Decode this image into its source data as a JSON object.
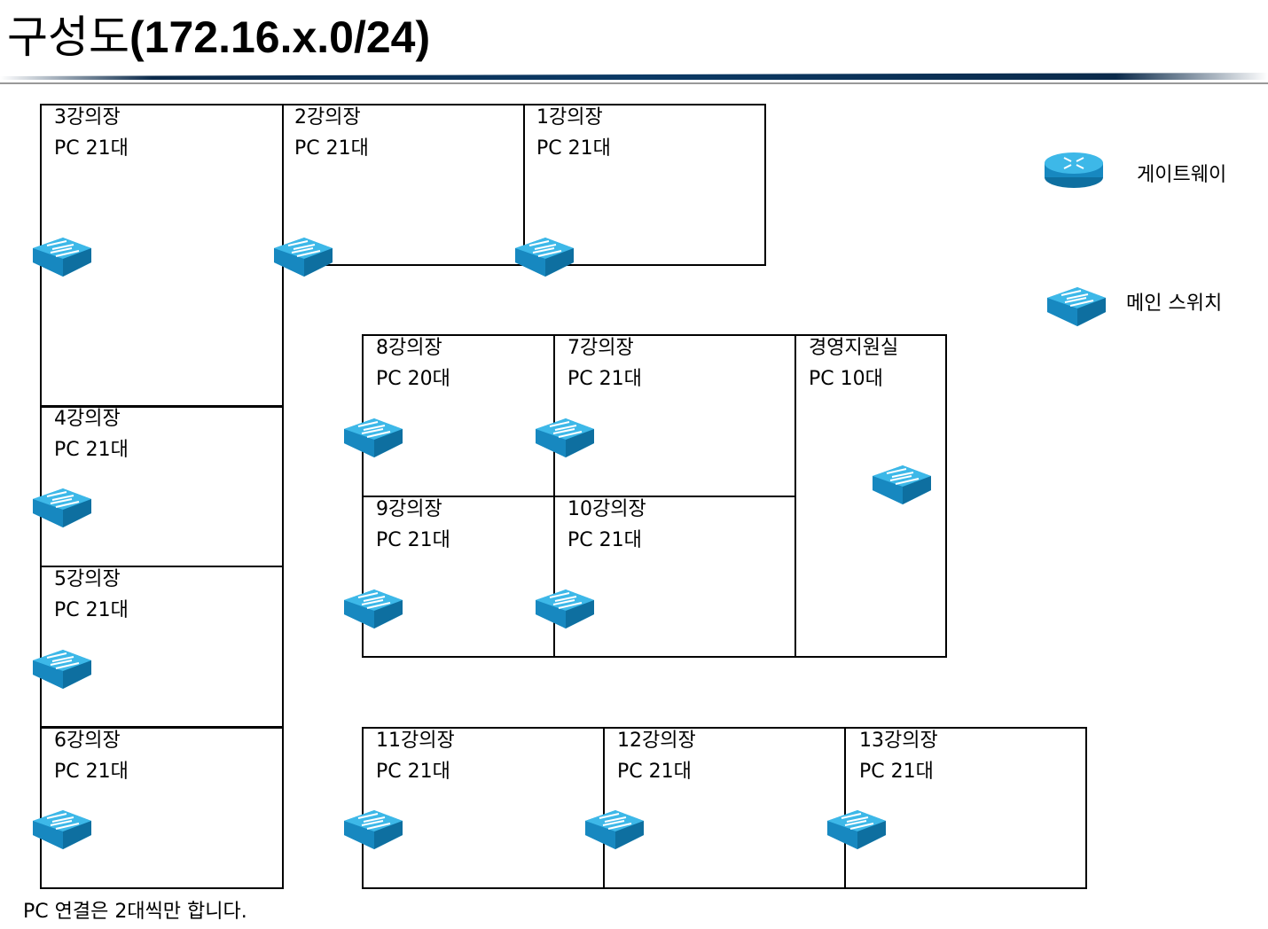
{
  "title": {
    "korean": "구성도",
    "network": "(172.16.x.0/24)"
  },
  "rooms": [
    {
      "id": "room-3",
      "name": "3강의장",
      "pc": "PC 21대"
    },
    {
      "id": "room-2",
      "name": "2강의장",
      "pc": "PC 21대"
    },
    {
      "id": "room-1",
      "name": "1강의장",
      "pc": "PC 21대"
    },
    {
      "id": "room-4",
      "name": "4강의장",
      "pc": "PC 21대"
    },
    {
      "id": "room-5",
      "name": "5강의장",
      "pc": "PC 21대"
    },
    {
      "id": "room-6",
      "name": "6강의장",
      "pc": "PC 21대"
    },
    {
      "id": "room-8",
      "name": "8강의장",
      "pc": "PC 20대"
    },
    {
      "id": "room-7",
      "name": "7강의장",
      "pc": "PC 21대"
    },
    {
      "id": "room-mgmt",
      "name": "경영지원실",
      "pc": "PC 10대"
    },
    {
      "id": "room-9",
      "name": "9강의장",
      "pc": "PC 21대"
    },
    {
      "id": "room-10",
      "name": "10강의장",
      "pc": "PC 21대"
    },
    {
      "id": "room-11",
      "name": "11강의장",
      "pc": "PC 21대"
    },
    {
      "id": "room-12",
      "name": "12강의장",
      "pc": "PC 21대"
    },
    {
      "id": "room-13",
      "name": "13강의장",
      "pc": "PC 21대"
    }
  ],
  "legend": {
    "gateway": "게이트웨이",
    "main_switch": "메인 스위치"
  },
  "footnote": "PC 연결은 2대씩만 합니다.",
  "colors": {
    "device": "#1E9FD8",
    "device_dark": "#0E6FA0",
    "rule_dark": "#0B2A4A",
    "rule_light": "#2D7CB5"
  },
  "icons": {
    "switch": "switch-icon",
    "router": "router-icon"
  }
}
